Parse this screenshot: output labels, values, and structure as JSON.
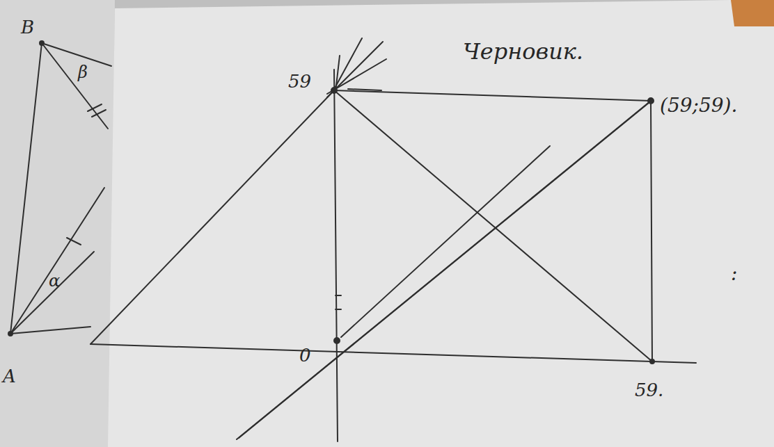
{
  "diagram": {
    "labels": [
      "B",
      "β",
      "α",
      "A",
      "Черновик.",
      "59",
      "(59;59).",
      "0",
      "59.",
      ":"
    ]
  }
}
